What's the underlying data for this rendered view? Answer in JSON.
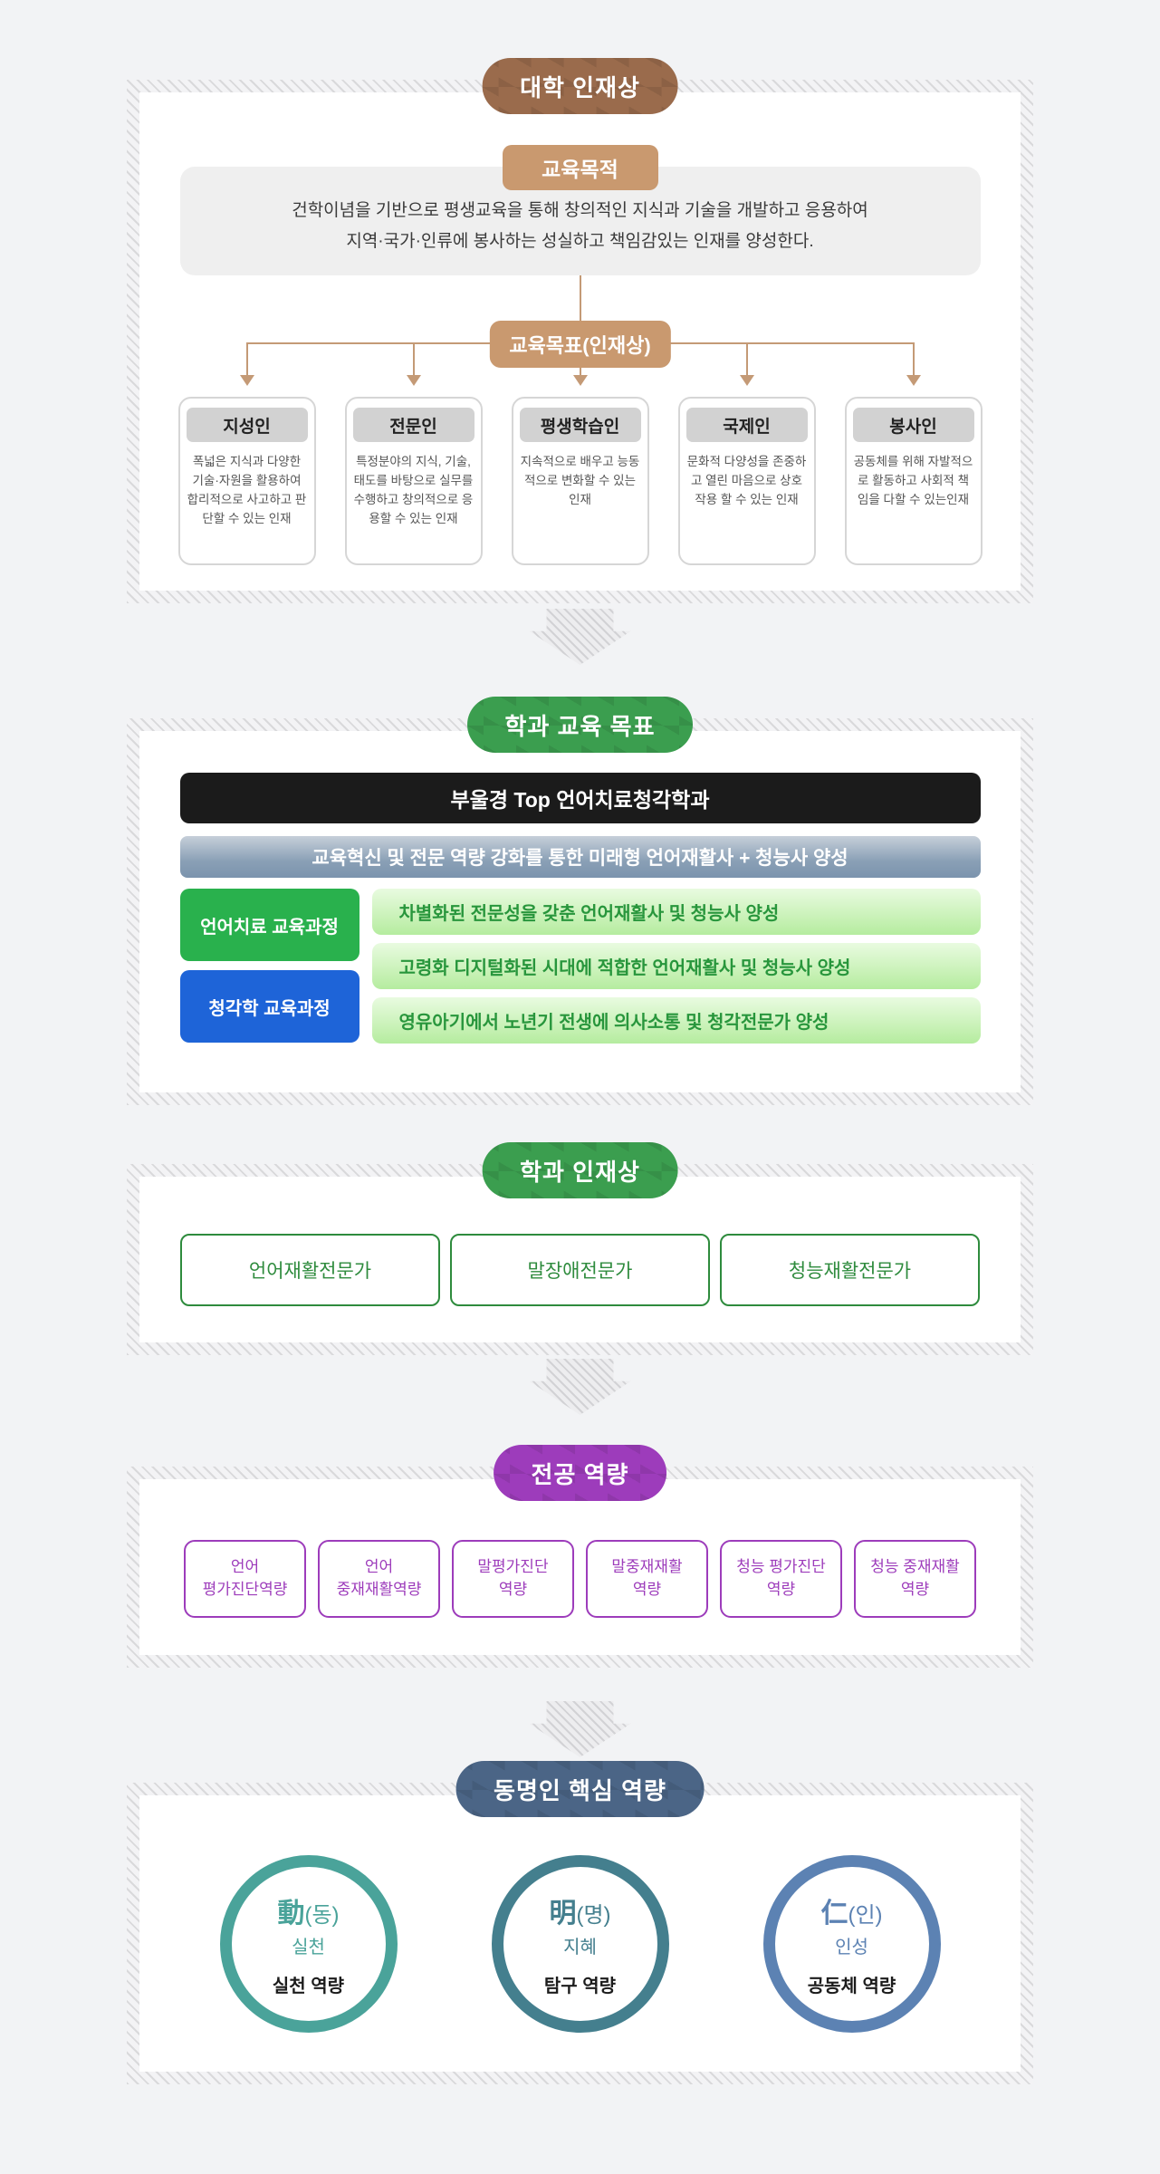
{
  "colors": {
    "page_bg": "#f2f3f5",
    "university_badge": "#9a6b4c",
    "accent_tan": "#c9996f",
    "dept_badge_green": "#3b9e4f",
    "major_badge_purple": "#9d3cbb",
    "core_badge_slate": "#4b6586",
    "headline_bg": "#1b1b1b",
    "track_speech_green": "#29b14d",
    "track_audiology_blue": "#1e64d8",
    "goal_bar_text_green": "#28963c",
    "circle_practice": "#4aa39a",
    "circle_wisdom": "#447f8e",
    "circle_character": "#5c82b3"
  },
  "university": {
    "badge": "대학 인재상",
    "purpose_badge": "교육목적",
    "purpose_line1": "건학이념을 기반으로 평생교육을 통해 창의적인 지식과 기술을 개발하고 응용하여",
    "purpose_line2": "지역·국가·인류에 봉사하는 성실하고 책임감있는 인재를 양성한다.",
    "goals_badge": "교육목표(인재상)",
    "talents": [
      {
        "title": "지성인",
        "desc": "폭넓은 지식과 다양한 기술·자원을 활용하여 합리적으로 사고하고 판단할 수 있는 인재"
      },
      {
        "title": "전문인",
        "desc": "특정분야의 지식, 기술, 태도를 바탕으로 실무를 수행하고 창의적으로 응용할 수 있는 인재"
      },
      {
        "title": "평생학습인",
        "desc": "지속적으로 배우고 능동적으로 변화할 수 있는 인재"
      },
      {
        "title": "국제인",
        "desc": "문화적 다양성을 존중하고 열린 마음으로 상호작용 할 수 있는 인재"
      },
      {
        "title": "봉사인",
        "desc": "공동체를 위해 자발적으로 활동하고 사회적 책임을 다할 수 있는인재"
      }
    ]
  },
  "dept_goals": {
    "badge": "학과 교육 목표",
    "headline": "부울경 Top 언어치료청각학과",
    "subheadline": "교육혁신 및 전문 역량 강화를 통한 미래형 언어재활사 + 청능사 양성",
    "tracks": [
      {
        "label": "언어치료 교육과정"
      },
      {
        "label": "청각학 교육과정"
      }
    ],
    "goals": [
      "차별화된 전문성을 갖춘 언어재활사 및 청능사 양성",
      "고령화 디지털화된 시대에 적합한 언어재활사 및 청능사 양성",
      "영유아기에서 노년기 전생에 의사소통 및 청각전문가 양성"
    ]
  },
  "dept_talent": {
    "badge": "학과 인재상",
    "items": [
      "언어재활전문가",
      "말장애전문가",
      "청능재활전문가"
    ]
  },
  "major_competency": {
    "badge": "전공 역량",
    "items": [
      {
        "line1": "언어",
        "line2": "평가진단역량"
      },
      {
        "line1": "언어",
        "line2": "중재재활역량"
      },
      {
        "line1": "말평가진단",
        "line2": "역량"
      },
      {
        "line1": "말중재재활",
        "line2": "역량"
      },
      {
        "line1": "청능 평가진단",
        "line2": "역량"
      },
      {
        "line1": "청능 중재재활",
        "line2": "역량"
      }
    ]
  },
  "core_competency": {
    "badge": "동명인 핵심 역량",
    "circles": [
      {
        "hanja": "動",
        "reading": "(동)",
        "name": "실천",
        "capability": "실천 역량"
      },
      {
        "hanja": "明",
        "reading": "(명)",
        "name": "지혜",
        "capability": "탐구 역량"
      },
      {
        "hanja": "仁",
        "reading": "(인)",
        "name": "인성",
        "capability": "공동체 역량"
      }
    ]
  }
}
